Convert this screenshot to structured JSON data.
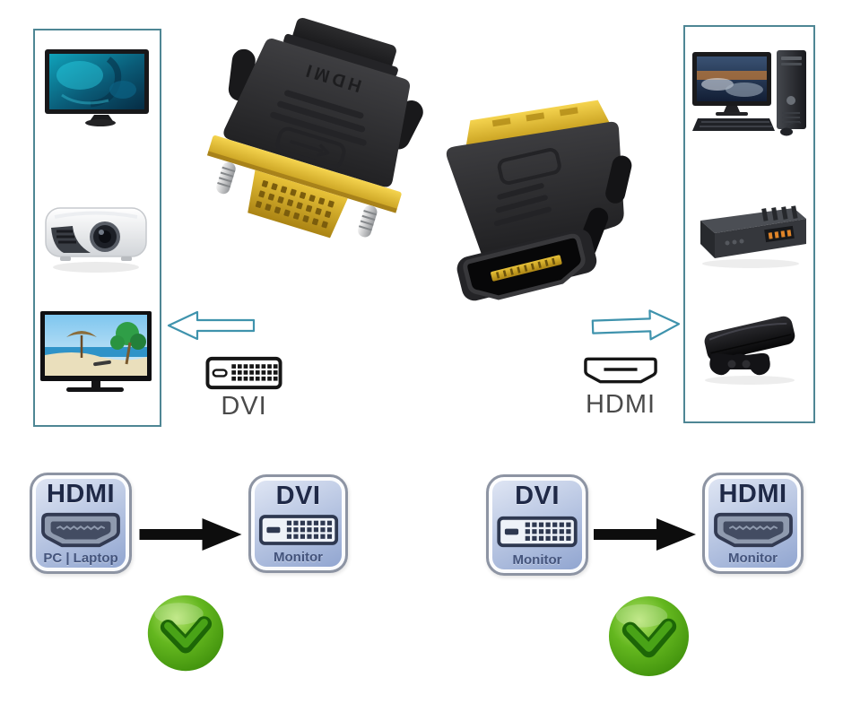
{
  "colors": {
    "background": "#ffffff",
    "device_box_border": "#4e8694",
    "flow_arrow_outline": "#3f93ad",
    "diagram_arrow": "#0d0d0d",
    "badge_border": "#8d94a3",
    "badge_background_top": "#e2e8f5",
    "badge_background_bottom": "#8ea3cf",
    "badge_title_text": "#1f2947",
    "badge_subtitle_text": "#44547c",
    "connector_label_text": "#4a4a4a",
    "check_green": "#57ad15",
    "adapter_body_black": "#2b2b2d",
    "adapter_gold": "#e0b42e"
  },
  "icons": {
    "flow_left": "left-arrow-icon",
    "flow_right": "right-arrow-icon",
    "dvi_connector": "dvi-connector-icon",
    "hdmi_connector": "hdmi-connector-icon",
    "compatibility_ok": "green-check-icon"
  },
  "top": {
    "adapters": [
      {
        "name": "dvi-male-front-view",
        "embossed_label": "HDMI"
      },
      {
        "name": "hdmi-female-back-view"
      }
    ],
    "connector_labels": {
      "dvi": "DVI",
      "hdmi": "HDMI"
    },
    "left_box_devices": [
      "gaming-monitor",
      "projector",
      "flatscreen-tv"
    ],
    "right_box_devices": [
      "desktop-computer",
      "set-top-box",
      "game-console"
    ]
  },
  "diagrams": [
    {
      "source": {
        "title": "HDMI",
        "subtitle": "PC | Laptop"
      },
      "target": {
        "title": "DVI",
        "subtitle": "Monitor"
      },
      "result": "compatible"
    },
    {
      "source": {
        "title": "DVI",
        "subtitle": "Monitor"
      },
      "target": {
        "title": "HDMI",
        "subtitle": "Monitor"
      },
      "result": "compatible"
    }
  ]
}
